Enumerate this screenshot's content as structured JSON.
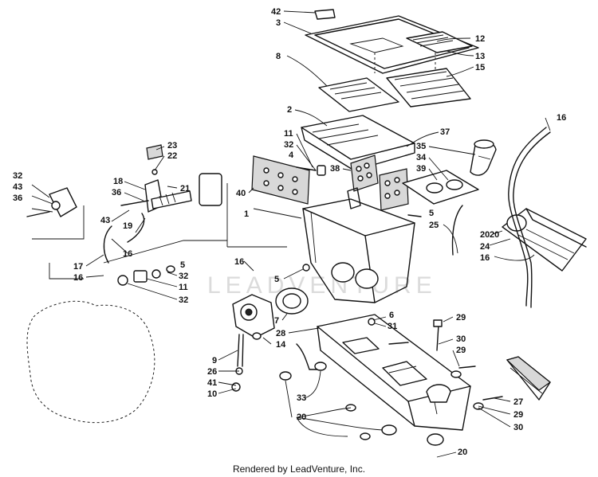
{
  "callouts": [
    "42",
    "3",
    "12",
    "8",
    "13",
    "15",
    "16",
    "2",
    "37",
    "11",
    "32",
    "35",
    "4",
    "34",
    "38",
    "39",
    "23",
    "22",
    "32",
    "43",
    "36",
    "18",
    "21",
    "40",
    "36",
    "43",
    "19",
    "16",
    "5",
    "1",
    "25",
    "20",
    "24",
    "16",
    "17",
    "16",
    "16",
    "5",
    "32",
    "11",
    "32",
    "5",
    "6",
    "31",
    "7",
    "29",
    "28",
    "14",
    "30",
    "29",
    "9",
    "26",
    "41",
    "10",
    "33",
    "20",
    "27",
    "29",
    "30",
    "20",
    "20"
  ],
  "watermark": "LEADVENTURE",
  "footer": "Rendered by LeadVenture, Inc."
}
